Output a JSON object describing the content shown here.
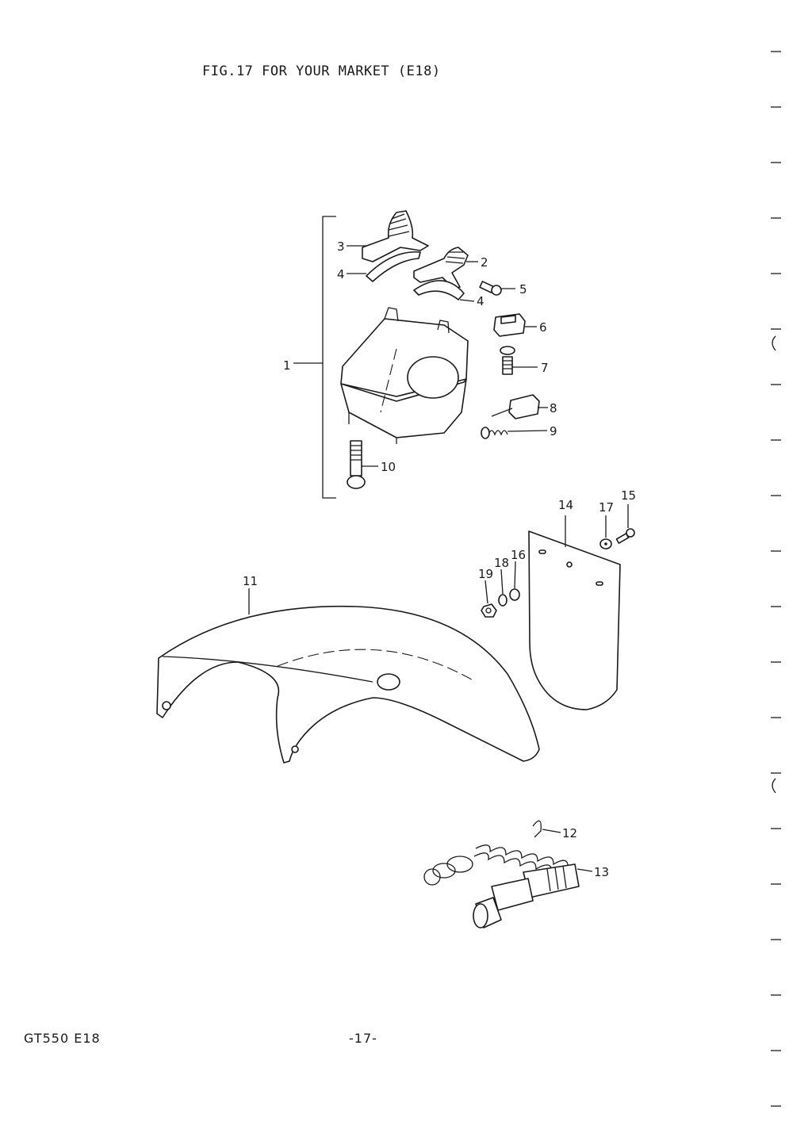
{
  "header": {
    "figure_title": "FIG.17  FOR YOUR MARKET (E18)"
  },
  "footer": {
    "model_code": "GT550 E18",
    "page_number": "-17-"
  },
  "callouts": [
    "1",
    "2",
    "3",
    "4",
    "4",
    "5",
    "6",
    "7",
    "8",
    "9",
    "10",
    "11",
    "12",
    "13",
    "14",
    "15",
    "16",
    "17",
    "18",
    "19"
  ]
}
